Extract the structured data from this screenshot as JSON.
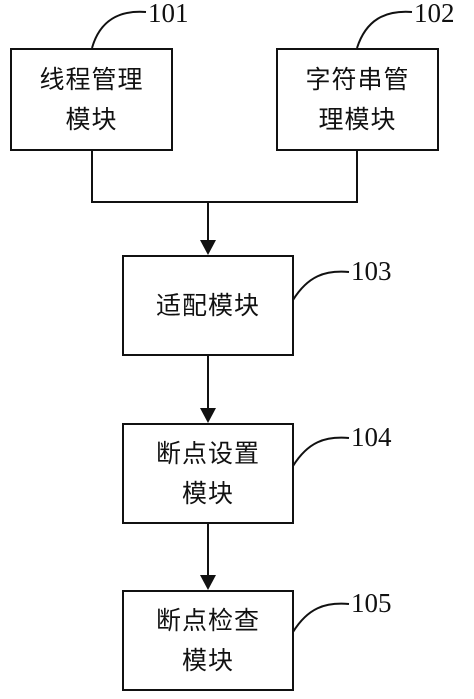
{
  "boxes": [
    {
      "id": "101",
      "label_line1": "线程管理",
      "label_line2": "模块"
    },
    {
      "id": "102",
      "label_line1": "字符串管",
      "label_line2": "理模块"
    },
    {
      "id": "103",
      "label_line1": "适配模块",
      "label_line2": ""
    },
    {
      "id": "104",
      "label_line1": "断点设置",
      "label_line2": "模块"
    },
    {
      "id": "105",
      "label_line1": "断点检查",
      "label_line2": "模块"
    }
  ],
  "refs": [
    "101",
    "102",
    "103",
    "104",
    "105"
  ]
}
